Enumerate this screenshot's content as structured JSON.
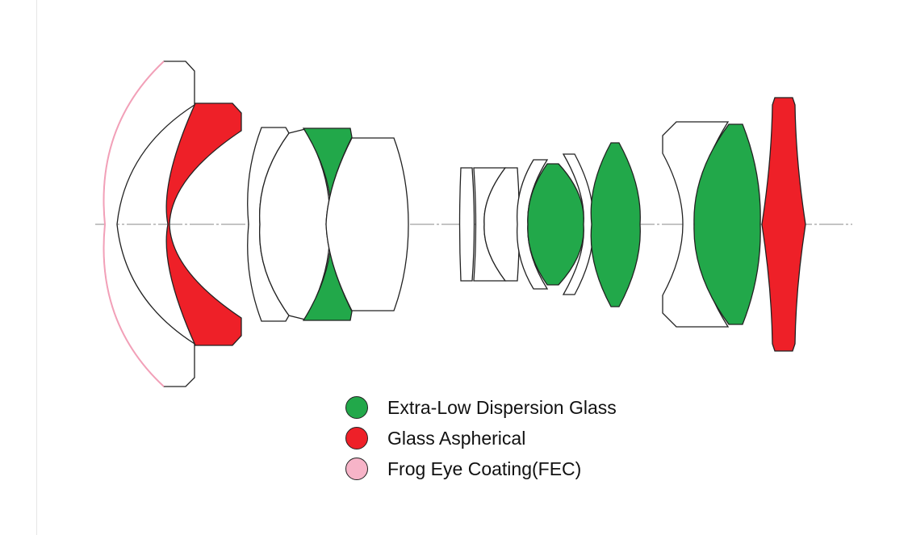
{
  "colors": {
    "ed_glass": "#22a84a",
    "aspherical": "#ee2028",
    "fec": "#f7b4c8",
    "outline": "#222222",
    "axis": "#888888"
  },
  "legend": {
    "items": [
      {
        "label": "Extra-Low Dispersion Glass",
        "color": "#22a84a"
      },
      {
        "label": "Glass Aspherical",
        "color": "#ee2028"
      },
      {
        "label": "Frog Eye Coating(FEC)",
        "color": "#f7b4c8"
      }
    ]
  }
}
